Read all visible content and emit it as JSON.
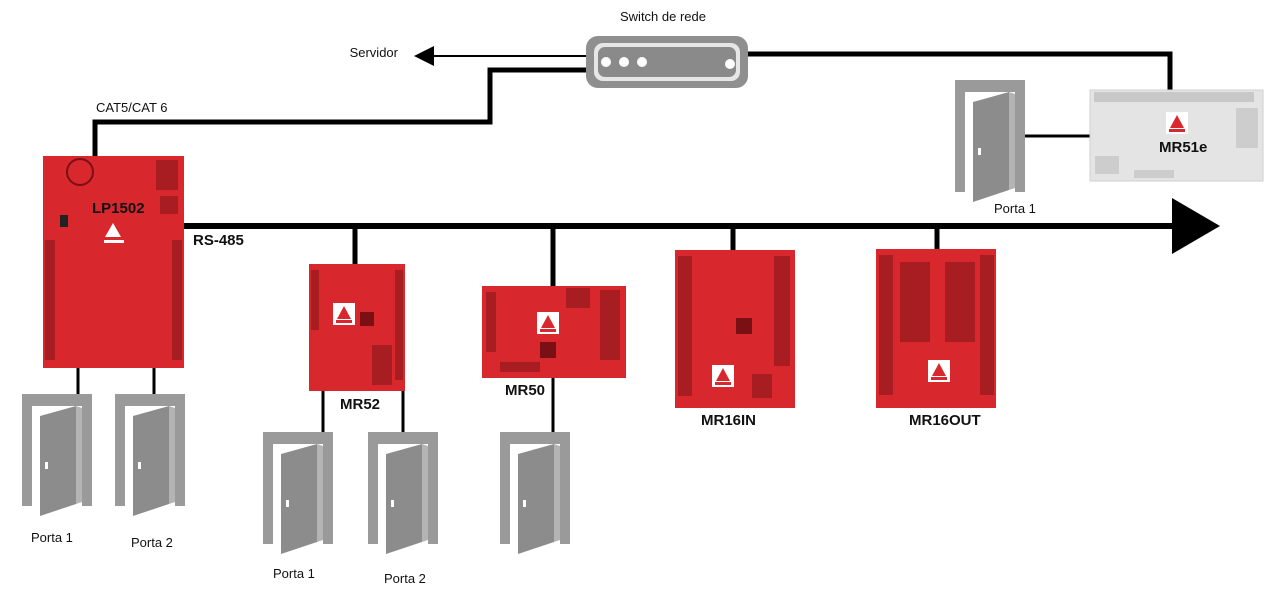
{
  "labels": {
    "switch": "Switch de rede",
    "server": "Servidor",
    "cable": "CAT5/CAT 6",
    "bus": "RS-485"
  },
  "boards": [
    {
      "id": "lp1502",
      "name": "LP1502"
    },
    {
      "id": "mr52",
      "name": "MR52"
    },
    {
      "id": "mr50",
      "name": "MR50"
    },
    {
      "id": "mr16in",
      "name": "MR16IN"
    },
    {
      "id": "mr16out",
      "name": "MR16OUT"
    },
    {
      "id": "mr51e",
      "name": "MR51e"
    }
  ],
  "doors": {
    "lp1502_door1": "Porta 1",
    "lp1502_door2": "Porta 2",
    "mr52_door1": "Porta 1",
    "mr52_door2": "Porta 2",
    "mr51e_door1": "Porta 1"
  },
  "colors": {
    "board_red": "#d8282d",
    "board_gray": "#e4e4e4",
    "door_gray": "#9a9a9a",
    "wire": "#000000"
  }
}
